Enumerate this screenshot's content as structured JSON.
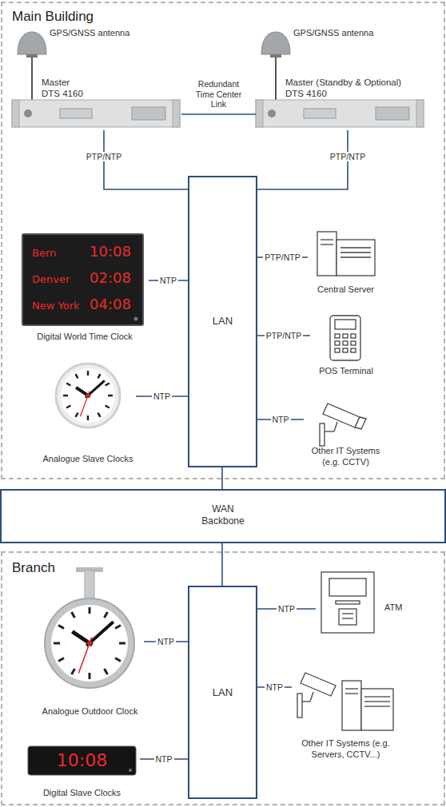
{
  "diagram": {
    "nodes": [
      {
        "text": [
          "Main Building"
        ]
      },
      {
        "text": [
          "Master DTS 4160"
        ],
        "in": 0
      },
      {
        "text": [
          "Master (Standby & Optional) DTS 4160"
        ],
        "in": 0
      },
      {
        "text": [
          "LAN"
        ],
        "in": 0
      },
      {
        "text": [
          "Central Server"
        ],
        "in": 0
      },
      {
        "text": [
          "Digital World Time Clock"
        ],
        "in": 0
      },
      {
        "text": [
          "POS Terminal"
        ],
        "in": 0
      },
      {
        "text": [
          "Analogue Slave Clocks"
        ],
        "in": 0
      },
      {
        "text": [
          "Other IT Systems (e.g. CCTV)"
        ],
        "in": 0
      },
      {
        "text": [
          "WAN Backbone"
        ]
      },
      {
        "text": [
          "Branch"
        ]
      },
      {
        "text": [
          "LAN"
        ],
        "in": 10
      },
      {
        "text": [
          "ATM"
        ],
        "in": 10
      },
      {
        "text": [
          "Analogue Outdoor Clock"
        ],
        "in": 10
      },
      {
        "text": [
          "Other IT Systems (e.g. Servers, CCTV...)"
        ],
        "in": 10
      },
      {
        "text": [
          "Digital Slave Clocks"
        ],
        "in": 10
      }
    ],
    "edges": [
      {
        "from": 1,
        "to": 2,
        "label": "Redundant Time Center Link",
        "arrow": "none"
      },
      {
        "from": 1,
        "to": 3,
        "label": "PTP/NTP",
        "arrow": "none"
      },
      {
        "from": 2,
        "to": 3,
        "label": "PTP/NTP",
        "arrow": "none"
      },
      {
        "from": 3,
        "to": 4,
        "label": "PTP/NTP",
        "arrow": "none"
      },
      {
        "from": 3,
        "to": 5,
        "label": "NTP",
        "arrow": "none"
      },
      {
        "from": 3,
        "to": 6,
        "label": "PTP/NTP",
        "arrow": "none"
      },
      {
        "from": 3,
        "to": 7,
        "label": "NTP",
        "arrow": "none"
      },
      {
        "from": 3,
        "to": 8,
        "label": "NTP",
        "arrow": "none"
      },
      {
        "from": 3,
        "to": 9,
        "arrow": "none"
      },
      {
        "from": 9,
        "to": 11,
        "arrow": "none"
      },
      {
        "from": 11,
        "to": 12,
        "label": "NTP",
        "arrow": "none"
      },
      {
        "from": 11,
        "to": 13,
        "label": "NTP",
        "arrow": "none"
      },
      {
        "from": 11,
        "to": 14,
        "label": "NTP",
        "arrow": "none"
      },
      {
        "from": 11,
        "to": 15,
        "label": "NTP",
        "arrow": "none"
      }
    ],
    "labels": [
      "GPS/GNSS antenna",
      "GPS/GNSS antenna",
      "Bern",
      "10:08",
      "Denver",
      "02:08",
      "New York",
      "04:08",
      "10:08"
    ]
  }
}
